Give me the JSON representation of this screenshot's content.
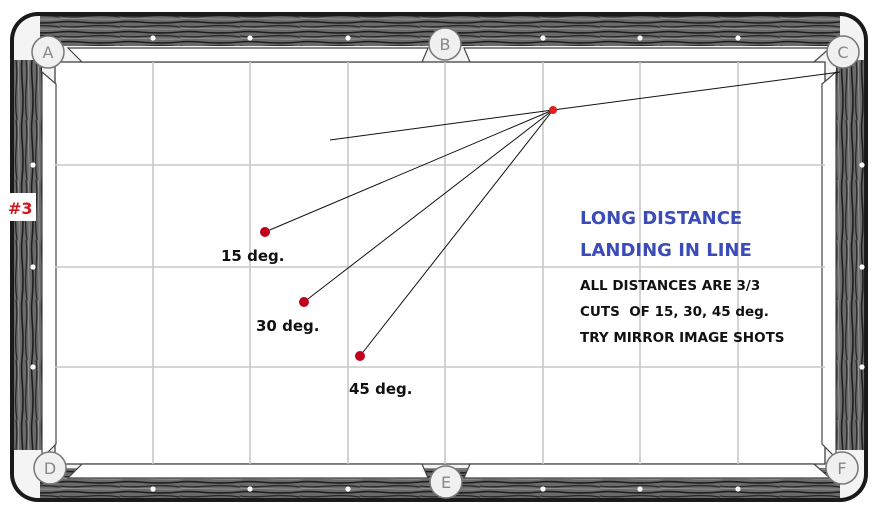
{
  "pockets": [
    {
      "id": "A",
      "label": "A"
    },
    {
      "id": "B",
      "label": "B"
    },
    {
      "id": "C",
      "label": "C"
    },
    {
      "id": "D",
      "label": "D"
    },
    {
      "id": "E",
      "label": "E"
    },
    {
      "id": "F",
      "label": "F"
    }
  ],
  "diagram_number": "#3",
  "title": {
    "line1": "LONG DISTANCE",
    "line2": "LANDING IN LINE"
  },
  "notes": [
    "ALL DISTANCES ARE 3/3",
    "CUTS  OF 15, 30, 45 deg.",
    "TRY MIRROR IMAGE SHOTS"
  ],
  "shots": [
    {
      "label": "15 deg."
    },
    {
      "label": "30 deg."
    },
    {
      "label": "45 deg."
    }
  ],
  "colors": {
    "title": "#3b4bb8",
    "ball": "#c0001c",
    "number": "#d0191f",
    "rail_wood": "#4a4a4a",
    "grid": "#c8c8c8"
  }
}
